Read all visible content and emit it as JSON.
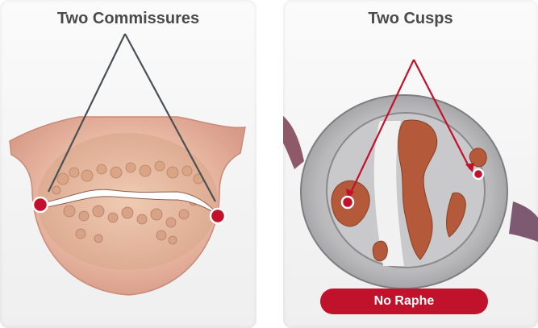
{
  "left_panel": {
    "title": "Two Commissures",
    "marker_color": "#c3112b",
    "pointer_color": "#4a5055"
  },
  "right_panel": {
    "title": "Two Cusps",
    "badge_label": "No Raphe",
    "badge_color": "#c1122b",
    "pointer_color": "#c3112b"
  }
}
